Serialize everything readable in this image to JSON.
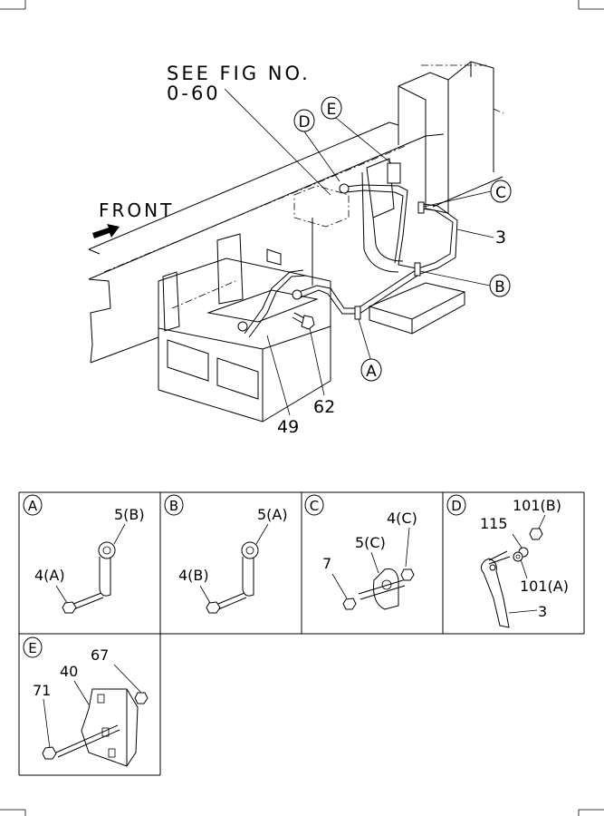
{
  "main_view": {
    "reference_line1": "SEE FIG NO.",
    "reference_line2": "0-60",
    "front_label": "FRONT",
    "callouts": [
      {
        "id": "D",
        "label": "D"
      },
      {
        "id": "E",
        "label": "E"
      },
      {
        "id": "C",
        "label": "C"
      },
      {
        "id": "B",
        "label": "B"
      },
      {
        "id": "A",
        "label": "A"
      }
    ],
    "part_3": "3",
    "part_62": "62",
    "part_49": "49"
  },
  "detail_panels": [
    {
      "key": "A",
      "letter": "A",
      "parts": [
        "5(B)",
        "4(A)"
      ]
    },
    {
      "key": "B",
      "letter": "B",
      "parts": [
        "5(A)",
        "4(B)"
      ]
    },
    {
      "key": "C",
      "letter": "C",
      "parts": [
        "4(C)",
        "5(C)",
        "7"
      ]
    },
    {
      "key": "D",
      "letter": "D",
      "parts": [
        "101(B)",
        "115",
        "101(A)",
        "3"
      ]
    },
    {
      "key": "E",
      "letter": "E",
      "parts": [
        "67",
        "40",
        "71"
      ]
    }
  ]
}
